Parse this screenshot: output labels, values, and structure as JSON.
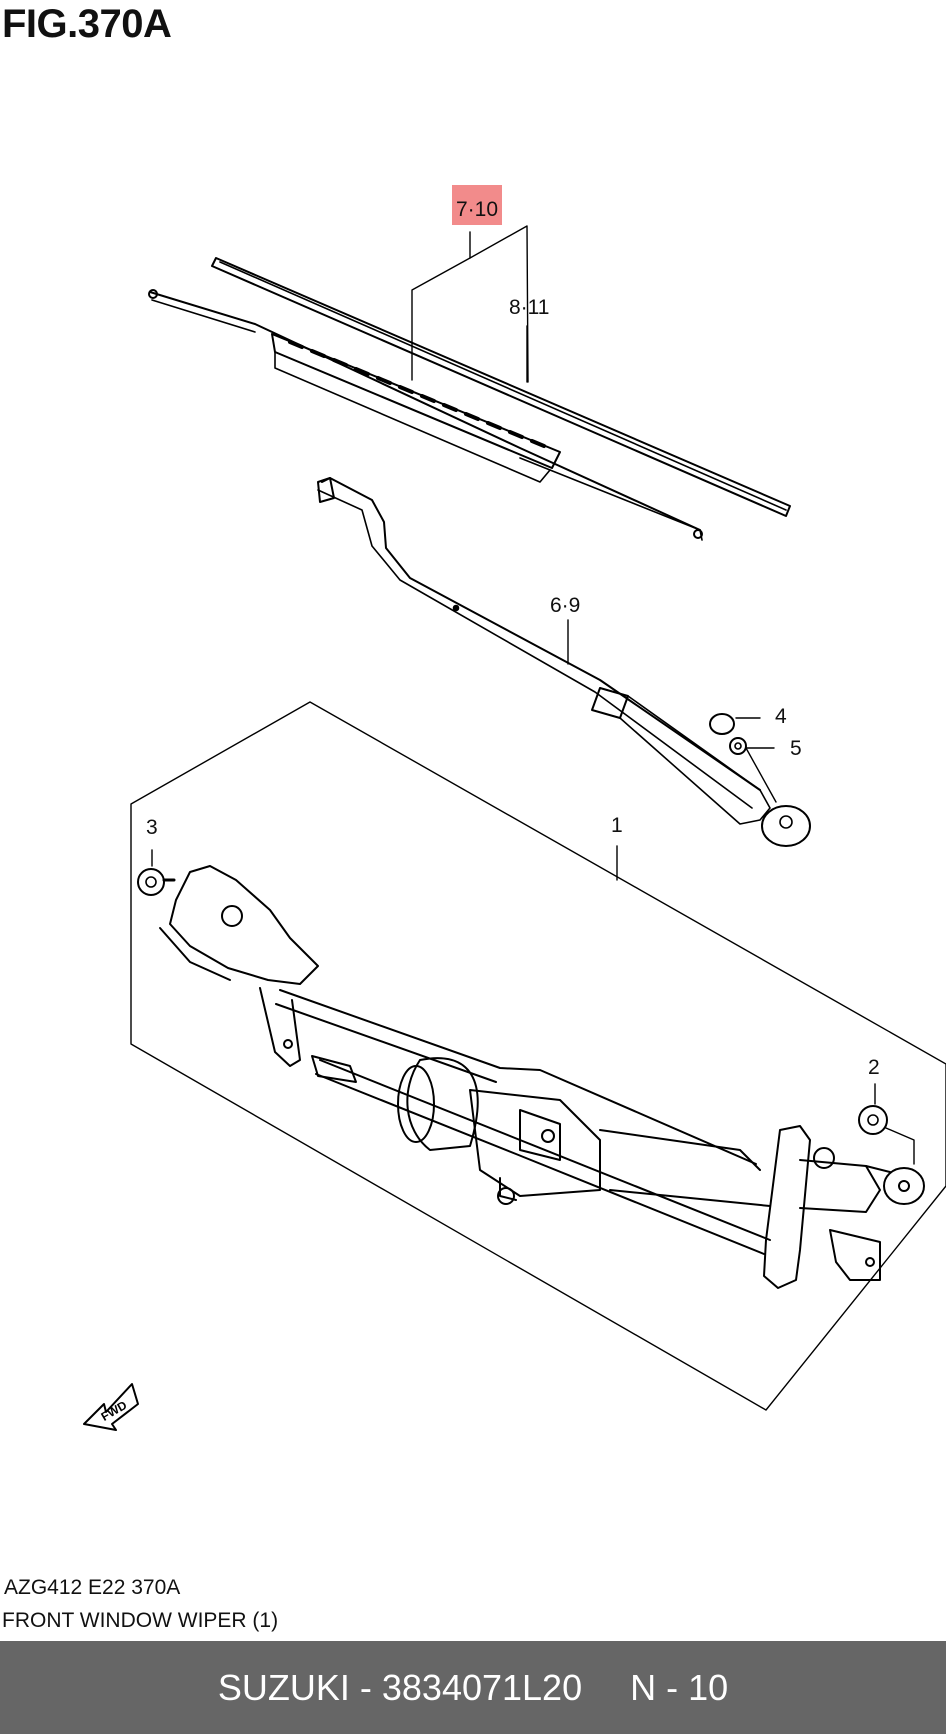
{
  "figure": {
    "title": "FIG.370A",
    "code": "AZG412 E22 370A",
    "description": "FRONT WINDOW WIPER (1)"
  },
  "callouts": [
    {
      "id": "c710",
      "label": "7·10",
      "highlighted": true
    },
    {
      "id": "c811",
      "label": "8·11"
    },
    {
      "id": "c69",
      "label": "6·9"
    },
    {
      "id": "c4",
      "label": "4"
    },
    {
      "id": "c5",
      "label": "5"
    },
    {
      "id": "c3",
      "label": "3"
    },
    {
      "id": "c1",
      "label": "1"
    },
    {
      "id": "c2",
      "label": "2"
    }
  ],
  "fwd_mark": "FWD",
  "footer": {
    "brand": "SUZUKI",
    "separator": "-",
    "part_number": "3834071L20",
    "page": "N - 10",
    "background": "#666666"
  },
  "highlight_color": "#f28b8b"
}
